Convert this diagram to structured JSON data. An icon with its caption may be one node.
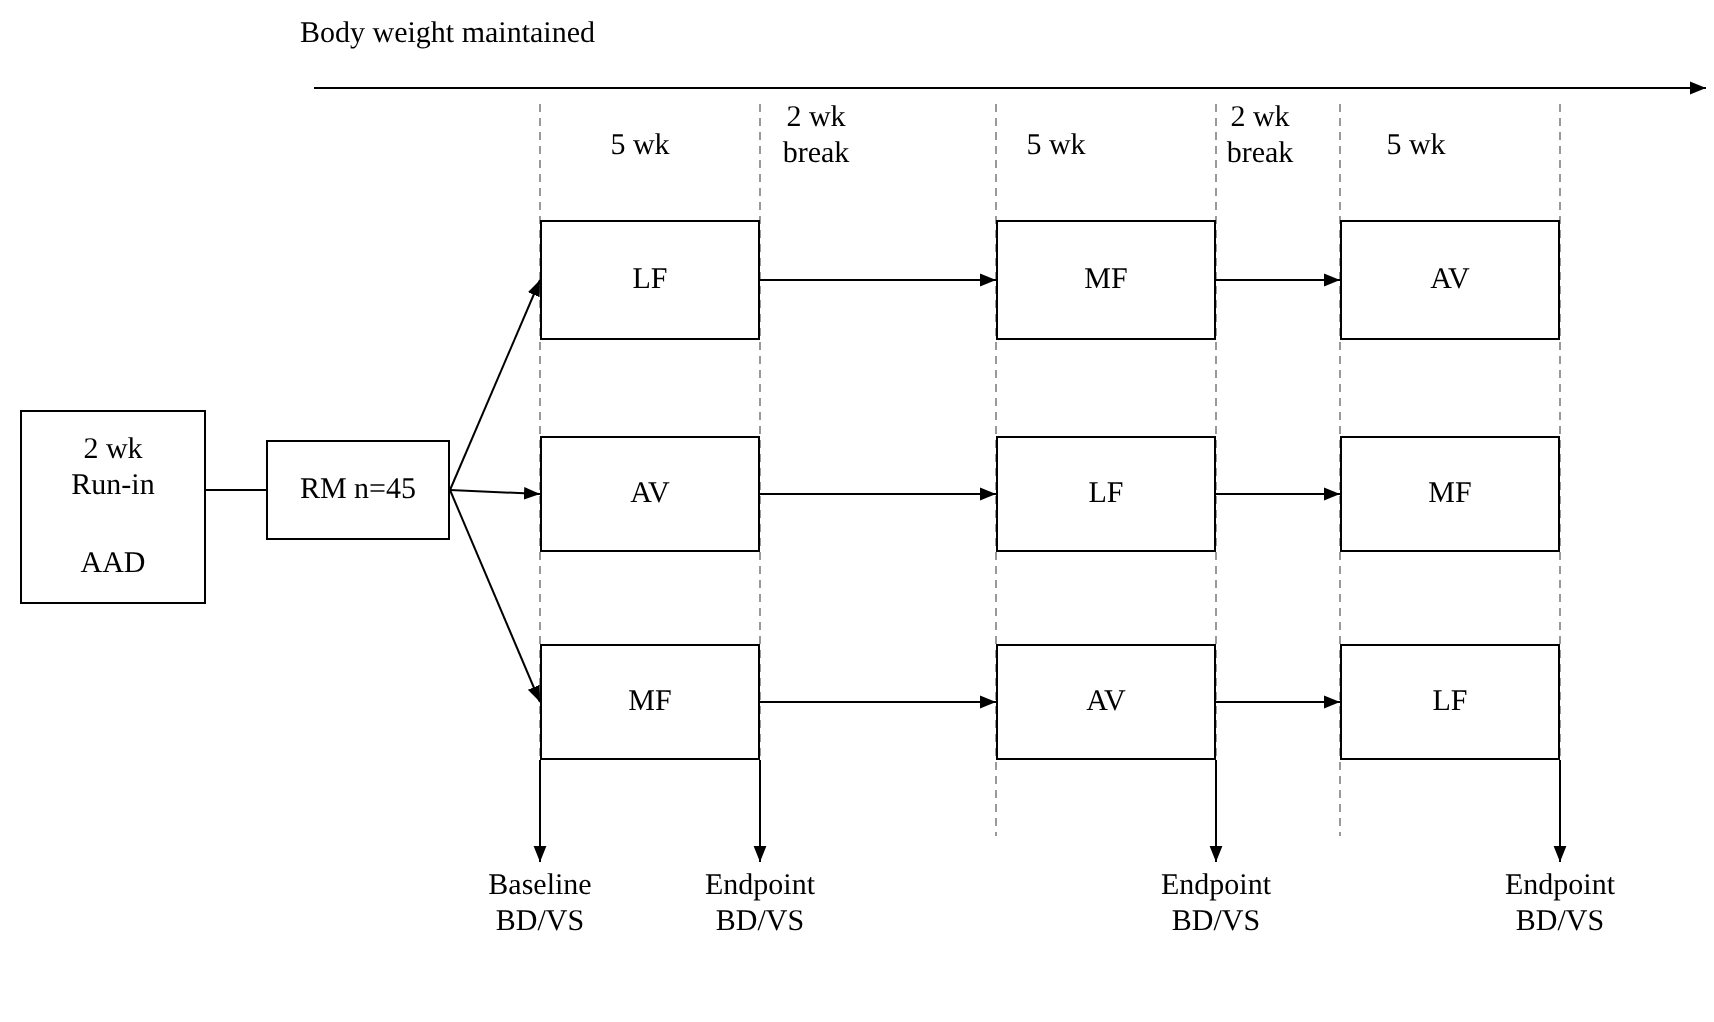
{
  "diagram": {
    "nodes": [
      {
        "text": [
          "2 wk Run-in",
          "AAD"
        ]
      },
      {
        "text": [
          "RM n=45"
        ]
      },
      {
        "text": [
          "LF"
        ]
      },
      {
        "text": [
          "MF"
        ]
      },
      {
        "text": [
          "AV"
        ]
      },
      {
        "text": [
          "AV"
        ]
      },
      {
        "text": [
          "LF"
        ]
      },
      {
        "text": [
          "MF"
        ]
      },
      {
        "text": [
          "MF"
        ]
      },
      {
        "text": [
          "AV"
        ]
      },
      {
        "text": [
          "LF"
        ]
      },
      {
        "text": [
          "Baseline BD/VS"
        ]
      },
      {
        "text": [
          "Endpoint BD/VS"
        ]
      },
      {
        "text": [
          "Endpoint BD/VS"
        ]
      },
      {
        "text": [
          "Endpoint BD/VS"
        ]
      }
    ],
    "edges": [
      {
        "from": 0,
        "to": 1,
        "arrow": "none"
      },
      {
        "from": 1,
        "to": 2,
        "arrow": "to"
      },
      {
        "from": 1,
        "to": 5,
        "arrow": "to"
      },
      {
        "from": 1,
        "to": 8,
        "arrow": "to"
      },
      {
        "from": 2,
        "to": 3,
        "arrow": "to"
      },
      {
        "from": 3,
        "to": 4,
        "arrow": "to"
      },
      {
        "from": 5,
        "to": 6,
        "arrow": "to"
      },
      {
        "from": 6,
        "to": 7,
        "arrow": "to"
      },
      {
        "from": 8,
        "to": 9,
        "arrow": "to"
      },
      {
        "from": 9,
        "to": 10,
        "arrow": "to"
      },
      {
        "from": 8,
        "to": 11,
        "arrow": "to"
      },
      {
        "from": 8,
        "to": 12,
        "arrow": "to"
      },
      {
        "from": 9,
        "to": 13,
        "arrow": "to"
      },
      {
        "from": 10,
        "to": 14,
        "arrow": "to"
      }
    ],
    "labels": [
      "Body weight maintained",
      "5 wk",
      "2 wk break",
      "5 wk",
      "2 wk break",
      "5 wk"
    ]
  }
}
